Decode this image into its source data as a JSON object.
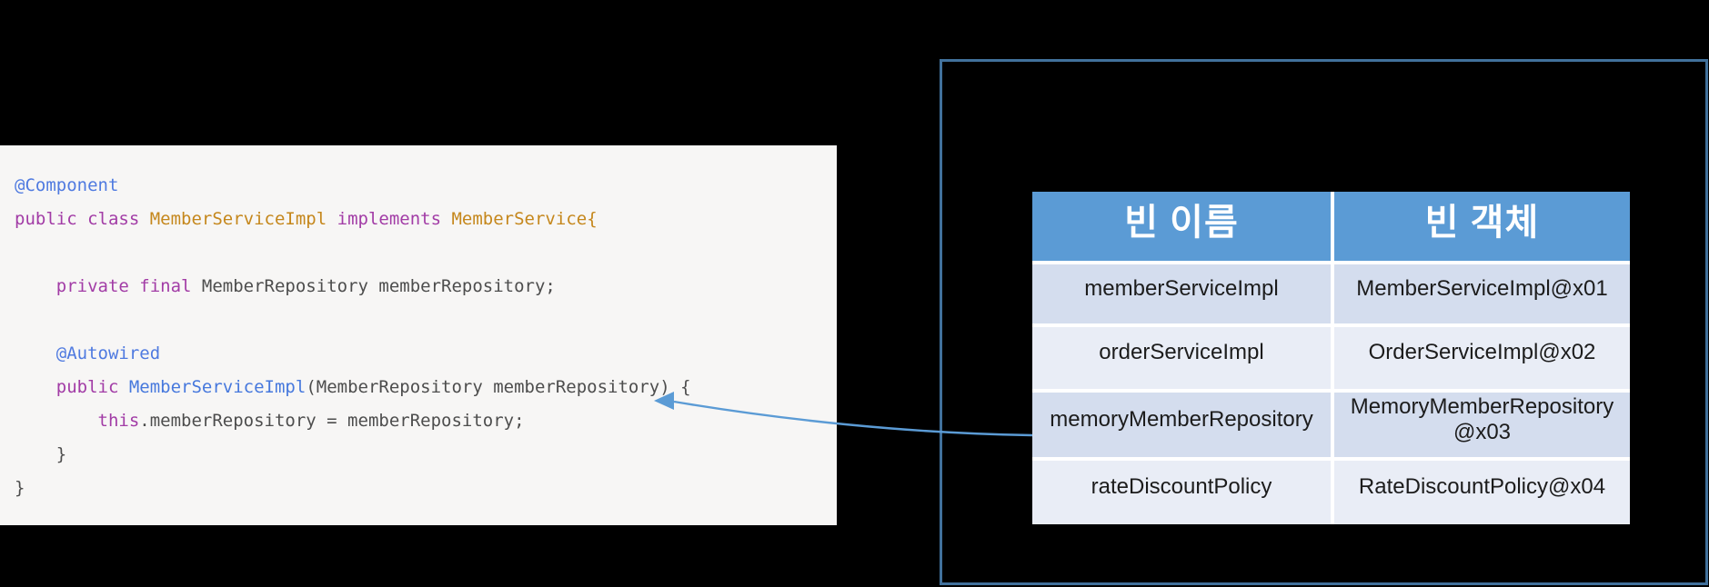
{
  "colors": {
    "canvas_bg": "#000000",
    "code_bg": "#f7f6f5",
    "code_plain": "#4d4d4d",
    "code_keyword": "#a23ca6",
    "code_annotation": "#4f7ae0",
    "code_type": "#c5871c",
    "code_method": "#4678dd",
    "frame_border": "#41719c",
    "table_header_bg": "#5b9bd5",
    "table_header_text": "#ffffff",
    "row_band_dark": "#d4ddee",
    "row_band_light": "#e9edf6",
    "cell_text": "#1c1c1c",
    "arrow": "#5b9bd5"
  },
  "code": {
    "lines": [
      {
        "tokens": [
          {
            "t": "@Component",
            "c": "annotation"
          }
        ]
      },
      {
        "tokens": [
          {
            "t": "public class ",
            "c": "keyword"
          },
          {
            "t": "MemberServiceImpl",
            "c": "type"
          },
          {
            "t": " ",
            "c": "plain"
          },
          {
            "t": "implements",
            "c": "keyword"
          },
          {
            "t": " ",
            "c": "plain"
          },
          {
            "t": "MemberService{",
            "c": "type"
          }
        ]
      },
      {
        "tokens": []
      },
      {
        "tokens": [
          {
            "t": "    ",
            "c": "plain"
          },
          {
            "t": "private final ",
            "c": "keyword"
          },
          {
            "t": "MemberRepository memberRepository;",
            "c": "plain"
          }
        ]
      },
      {
        "tokens": []
      },
      {
        "tokens": [
          {
            "t": "    ",
            "c": "plain"
          },
          {
            "t": "@Autowired",
            "c": "annotation"
          }
        ]
      },
      {
        "tokens": [
          {
            "t": "    ",
            "c": "plain"
          },
          {
            "t": "public ",
            "c": "keyword"
          },
          {
            "t": "MemberServiceImpl",
            "c": "method"
          },
          {
            "t": "(MemberRepository memberRepository) {",
            "c": "plain"
          }
        ]
      },
      {
        "tokens": [
          {
            "t": "        ",
            "c": "plain"
          },
          {
            "t": "this",
            "c": "keyword"
          },
          {
            "t": ".memberRepository = memberRepository;",
            "c": "plain"
          }
        ]
      },
      {
        "tokens": [
          {
            "t": "    }",
            "c": "plain"
          }
        ]
      },
      {
        "tokens": [
          {
            "t": "}",
            "c": "plain"
          }
        ]
      }
    ]
  },
  "table": {
    "headers": [
      "빈 이름",
      "빈 객체"
    ],
    "rows": [
      [
        "memberServiceImpl",
        "MemberServiceImpl@x01"
      ],
      [
        "orderServiceImpl",
        "OrderServiceImpl@x02"
      ],
      [
        "memoryMemberRepository",
        "MemoryMemberRepository @x03"
      ],
      [
        "rateDiscountPolicy",
        "RateDiscountPolicy@x04"
      ]
    ]
  },
  "arrow": {
    "description": "curved arrow from bean table left edge to constructor parameter memberRepository"
  }
}
